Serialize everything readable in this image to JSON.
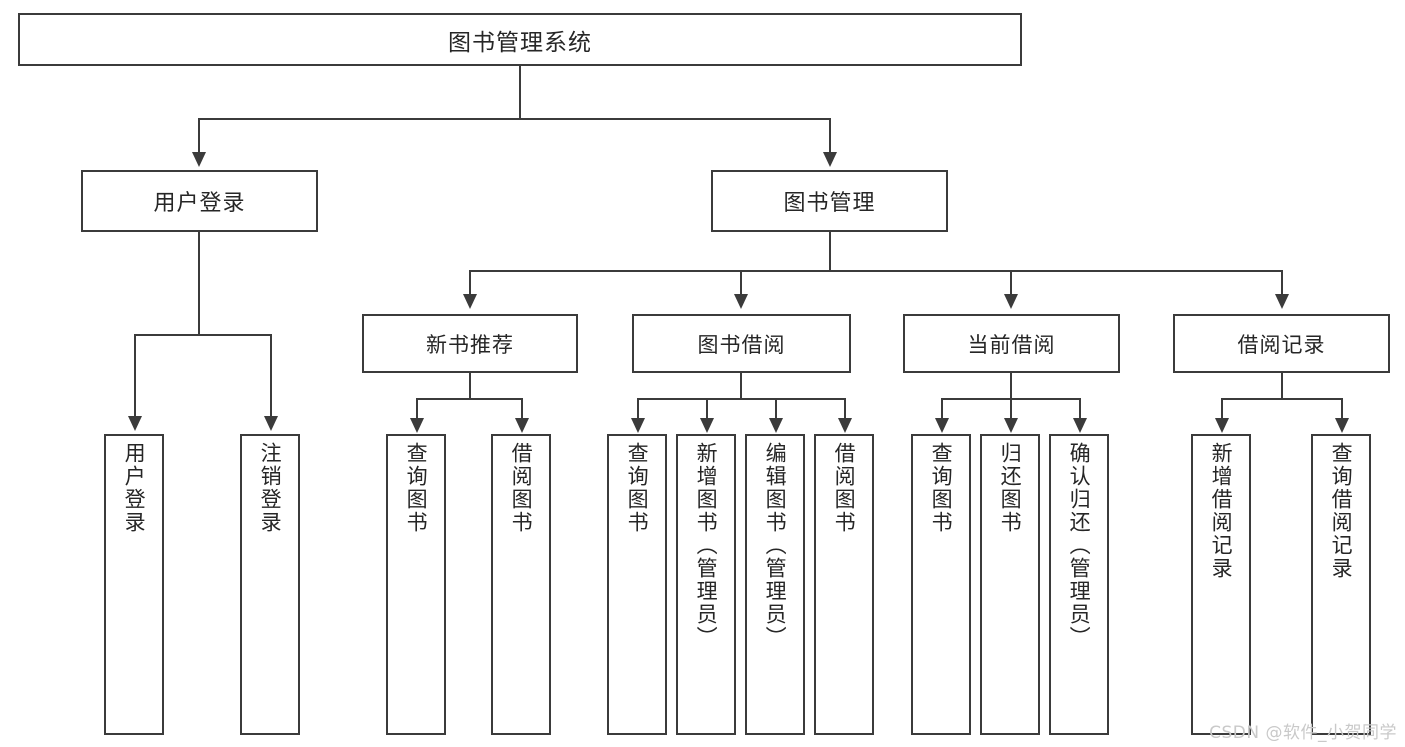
{
  "diagram": {
    "title": "图书管理系统",
    "type": "tree",
    "watermark": "CSDN @软件_小贺同学",
    "colors": {
      "stroke": "#3b3b3b",
      "box_fill": "#ffffff",
      "text": "#262626",
      "watermark": "#c9c9c9",
      "background": "#ffffff"
    },
    "levels": {
      "root": [
        "图书管理系统"
      ],
      "level1": [
        "用户登录",
        "图书管理"
      ],
      "level2": [
        "新书推荐",
        "图书借阅",
        "当前借阅",
        "借阅记录"
      ],
      "leaves": [
        "用户登录",
        "注销登录",
        "查询图书",
        "借阅图书",
        "查询图书",
        "新增图书（管理员）",
        "编辑图书（管理员）",
        "借阅图书",
        "查询图书",
        "归还图书",
        "确认归还（管理员）",
        "新增借阅记录",
        "查询借阅记录"
      ]
    },
    "nodes": {
      "root": {
        "label": "图书管理系统"
      },
      "user_login": {
        "label": "用户登录"
      },
      "book_manage": {
        "label": "图书管理"
      },
      "new_book_rec": {
        "label": "新书推荐"
      },
      "book_borrow": {
        "label": "图书借阅"
      },
      "current_borrow": {
        "label": "当前借阅"
      },
      "borrow_record": {
        "label": "借阅记录"
      },
      "leaf_user_login": {
        "label": "用户登录"
      },
      "leaf_logout": {
        "label": "注销登录"
      },
      "leaf_query_book_a": {
        "label": "查询图书"
      },
      "leaf_borrow_book_a": {
        "label": "借阅图书"
      },
      "leaf_query_book_b": {
        "label": "查询图书"
      },
      "leaf_add_book": {
        "label": "新增图书（管理员）"
      },
      "leaf_edit_book": {
        "label": "编辑图书（管理员）"
      },
      "leaf_borrow_book_b": {
        "label": "借阅图书"
      },
      "leaf_query_book_c": {
        "label": "查询图书"
      },
      "leaf_return_book": {
        "label": "归还图书"
      },
      "leaf_confirm_return": {
        "label": "确认归还（管理员）"
      },
      "leaf_add_record": {
        "label": "新增借阅记录"
      },
      "leaf_query_record": {
        "label": "查询借阅记录"
      }
    },
    "edges": [
      {
        "from": "图书管理系统",
        "to": "用户登录"
      },
      {
        "from": "图书管理系统",
        "to": "图书管理"
      },
      {
        "from": "用户登录",
        "to": "用户登录"
      },
      {
        "from": "用户登录",
        "to": "注销登录"
      },
      {
        "from": "图书管理",
        "to": "新书推荐"
      },
      {
        "from": "图书管理",
        "to": "图书借阅"
      },
      {
        "from": "图书管理",
        "to": "当前借阅"
      },
      {
        "from": "图书管理",
        "to": "借阅记录"
      },
      {
        "from": "新书推荐",
        "to": "查询图书"
      },
      {
        "from": "新书推荐",
        "to": "借阅图书"
      },
      {
        "from": "图书借阅",
        "to": "查询图书"
      },
      {
        "from": "图书借阅",
        "to": "新增图书（管理员）"
      },
      {
        "from": "图书借阅",
        "to": "编辑图书（管理员）"
      },
      {
        "from": "图书借阅",
        "to": "借阅图书"
      },
      {
        "from": "当前借阅",
        "to": "查询图书"
      },
      {
        "from": "当前借阅",
        "to": "归还图书"
      },
      {
        "from": "当前借阅",
        "to": "确认归还（管理员）"
      },
      {
        "from": "借阅记录",
        "to": "新增借阅记录"
      },
      {
        "from": "借阅记录",
        "to": "查询借阅记录"
      }
    ]
  }
}
